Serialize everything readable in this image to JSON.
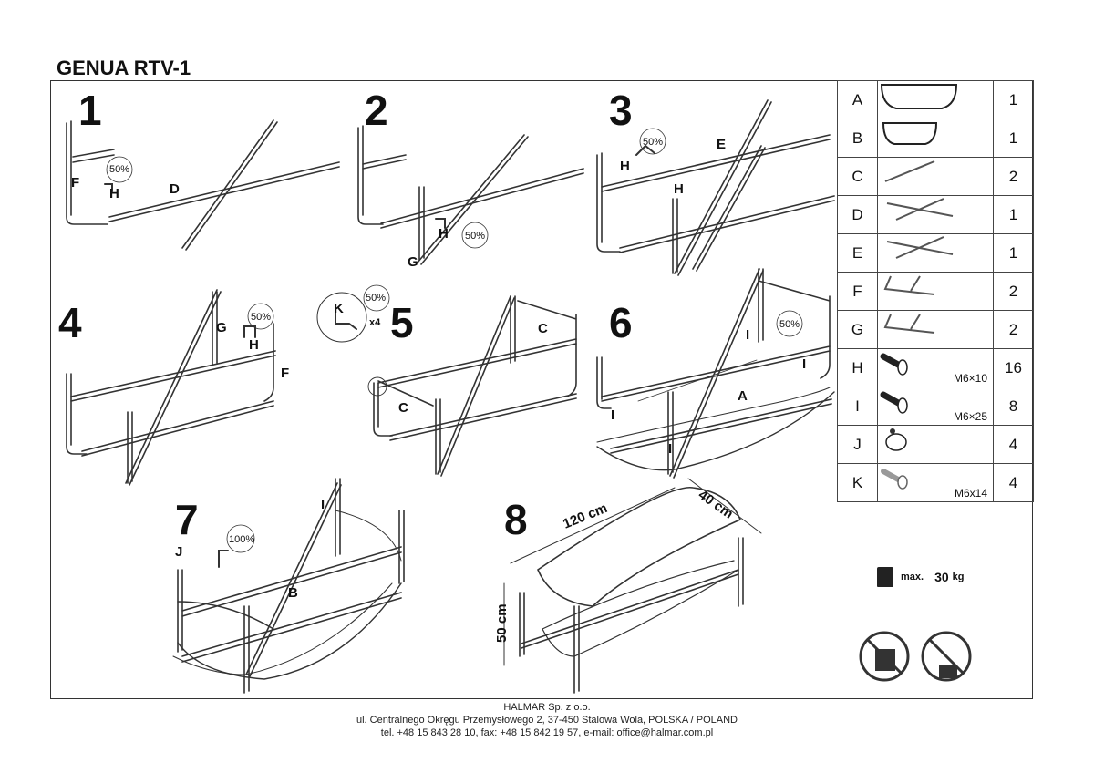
{
  "title": "GENUA RTV-1",
  "steps": [
    {
      "number": "1",
      "labels": [
        "F",
        "H",
        "D"
      ],
      "percent": "50%"
    },
    {
      "number": "2",
      "labels": [
        "G",
        "H"
      ],
      "percent": "50%"
    },
    {
      "number": "3",
      "labels": [
        "E",
        "H",
        "H"
      ],
      "percent": "50%"
    },
    {
      "number": "4",
      "labels": [
        "G",
        "H",
        "F"
      ],
      "percent": "50%"
    },
    {
      "number": "5",
      "labels": [
        "K",
        "x4",
        "C",
        "C"
      ],
      "percent": "50%"
    },
    {
      "number": "6",
      "labels": [
        "I",
        "I",
        "I",
        "I",
        "A"
      ],
      "percent": "50%"
    },
    {
      "number": "7",
      "labels": [
        "J",
        "I",
        "B"
      ],
      "percent": "100%"
    },
    {
      "number": "8",
      "labels": [
        "120 cm",
        "40 cm",
        "50 cm"
      ]
    }
  ],
  "parts": [
    {
      "letter": "A",
      "qty": "1",
      "icon": "large-shelf-board"
    },
    {
      "letter": "B",
      "qty": "1",
      "icon": "small-shelf-board"
    },
    {
      "letter": "C",
      "qty": "2",
      "icon": "crossbar"
    },
    {
      "letter": "D",
      "qty": "1",
      "icon": "cross-frame"
    },
    {
      "letter": "E",
      "qty": "1",
      "icon": "cross-frame"
    },
    {
      "letter": "F",
      "qty": "2",
      "icon": "leg-frame"
    },
    {
      "letter": "G",
      "qty": "2",
      "icon": "leg-frame"
    },
    {
      "letter": "H",
      "qty": "16",
      "spec": "M6×10",
      "icon": "bolt"
    },
    {
      "letter": "I",
      "qty": "8",
      "spec": "M6×25",
      "icon": "bolt"
    },
    {
      "letter": "J",
      "qty": "4",
      "icon": "glide-foot"
    },
    {
      "letter": "K",
      "qty": "4",
      "spec": "M6x14",
      "icon": "screw"
    }
  ],
  "weight": {
    "prefix": "max.",
    "value": "30",
    "unit": "kg"
  },
  "footer": {
    "line1": "HALMAR Sp. z o.o.",
    "line2": "ul. Centralnego Okręgu Przemysłowego 2, 37-450 Stalowa Wola, POLSKA / POLAND",
    "line3": "tel. +48 15 843 28 10, fax: +48 15 842 19 57, e-mail: office@halmar.com.pl"
  }
}
